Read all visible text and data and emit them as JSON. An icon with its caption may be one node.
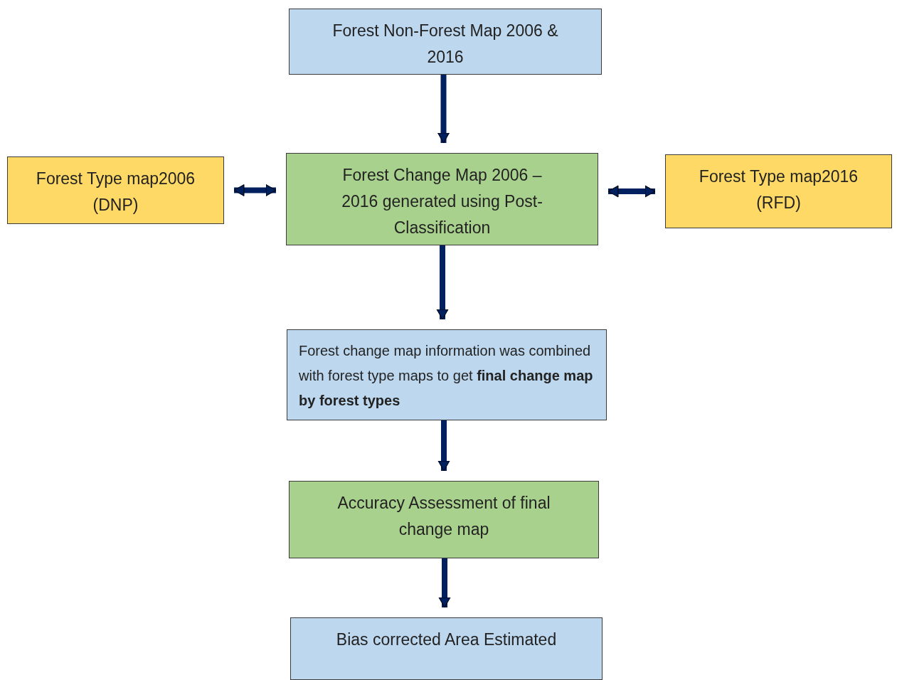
{
  "diagram": {
    "nodes": [
      {
        "text": [
          "Forest Non-Forest Map 2006 & 2016"
        ]
      },
      {
        "text": [
          "Forest Type map2006 (DNP)"
        ]
      },
      {
        "text": [
          "Forest Change Map 2006 – 2016 generated using Post-Classification"
        ]
      },
      {
        "text": [
          "Forest Type map2016 (RFD)"
        ]
      },
      {
        "text": [
          "Forest change map information was combined with forest type maps to get **final change map by forest types**"
        ]
      },
      {
        "text": [
          "Accuracy Assessment of final change map"
        ]
      },
      {
        "text": [
          "Bias corrected Area Estimated"
        ]
      }
    ],
    "edges": [
      {
        "from": 0,
        "to": 2,
        "arrow": "to"
      },
      {
        "from": 1,
        "to": 2,
        "arrow": "both"
      },
      {
        "from": 2,
        "to": 3,
        "arrow": "both"
      },
      {
        "from": 2,
        "to": 4,
        "arrow": "to"
      },
      {
        "from": 4,
        "to": 5,
        "arrow": "to"
      },
      {
        "from": 5,
        "to": 6,
        "arrow": "to"
      }
    ]
  }
}
